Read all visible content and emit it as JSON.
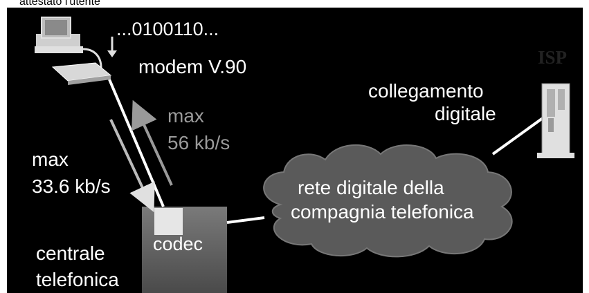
{
  "caption": "attestato l'utente",
  "labels": {
    "bits": "...0100110...",
    "modem": "modem V.90",
    "down_max": "max",
    "down_speed": "56 kb/s",
    "up_max": "max",
    "up_speed": "33.6 kb/s",
    "link_line1": "collegamento",
    "link_line2": "digitale",
    "isp": "ISP",
    "network_line1": "rete digitale della",
    "network_line2": "compagnia telefonica",
    "codec": "codec",
    "exchange_line1": "centrale",
    "exchange_line2": "telefonica"
  },
  "icons": [
    "computer-icon",
    "modem-icon",
    "server-icon",
    "cloud-icon"
  ],
  "colors": {
    "background": "#000000",
    "text": "#ffffff",
    "downstream": "#9a9a9a",
    "cloud": "#5a5a5a"
  }
}
